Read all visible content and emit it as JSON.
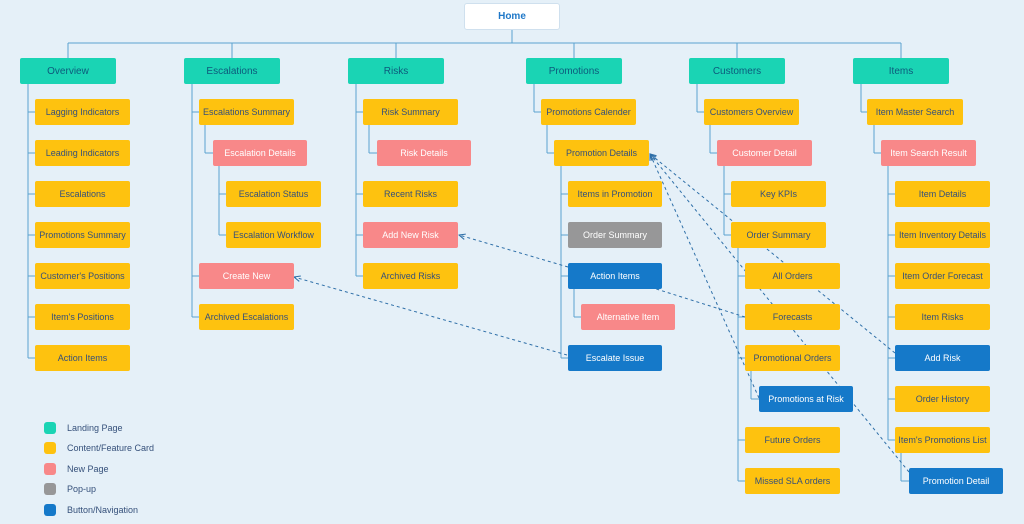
{
  "home": "Home",
  "sections": {
    "overview": {
      "title": "Overview",
      "items": [
        "Lagging Indicators",
        "Leading Indicators",
        "Escalations",
        "Promotions Summary",
        "Customer's Positions",
        "Item's Positions",
        "Action Items"
      ]
    },
    "escalations": {
      "title": "Escalations",
      "summary": "Escalations Summary",
      "details": "Escalation Details",
      "status": "Escalation Status",
      "workflow": "Escalation Workflow",
      "create_new": "Create New",
      "archived": "Archived Escalations"
    },
    "risks": {
      "title": "Risks",
      "summary": "Risk Summary",
      "details": "Risk Details",
      "recent": "Recent Risks",
      "add_new": "Add New Risk",
      "archived": "Archived Risks"
    },
    "promotions": {
      "title": "Promotions",
      "calender": "Promotions Calender",
      "detail": "Promotion Details",
      "items_in_promotion": "Items in Promotion",
      "order_summary": "Order Summary",
      "action_items": "Action Items",
      "alternative_item": "Alternative Item",
      "escalate_issue": "Escalate Issue"
    },
    "customers": {
      "title": "Customers",
      "overview": "Customers Overview",
      "detail": "Customer Detail",
      "key_kpis": "Key KPIs",
      "order_summary": "Order Summary",
      "all_orders": "All Orders",
      "forecasts": "Forecasts",
      "promotional_orders": "Promotional Orders",
      "promotions_at_risk": "Promotions at Risk",
      "future_orders": "Future Orders",
      "missed_sla": "Missed SLA orders"
    },
    "items": {
      "title": "Items",
      "master_search": "Item Master Search",
      "search_result": "Item Search Result",
      "details": "Item Details",
      "inventory": "Item Inventory Details",
      "order_forecast": "Item Order Forecast",
      "risks": "Item Risks",
      "add_risk": "Add Risk",
      "order_history": "Order History",
      "promotions_list": "Item's Promotions List",
      "promotion_detail": "Promotion Detail"
    }
  },
  "legend": [
    {
      "label": "Landing Page",
      "color": "#1ad4b4"
    },
    {
      "label": "Content/Feature Card",
      "color": "#fec20f"
    },
    {
      "label": "New Page",
      "color": "#f88889"
    },
    {
      "label": "Pop-up",
      "color": "#979798"
    },
    {
      "label": "Button/Navigation",
      "color": "#1579c9"
    }
  ],
  "colors": {
    "background": "#e5f0f8",
    "line": "#5aa2cf",
    "dashed_link": "#2e6fa8"
  }
}
